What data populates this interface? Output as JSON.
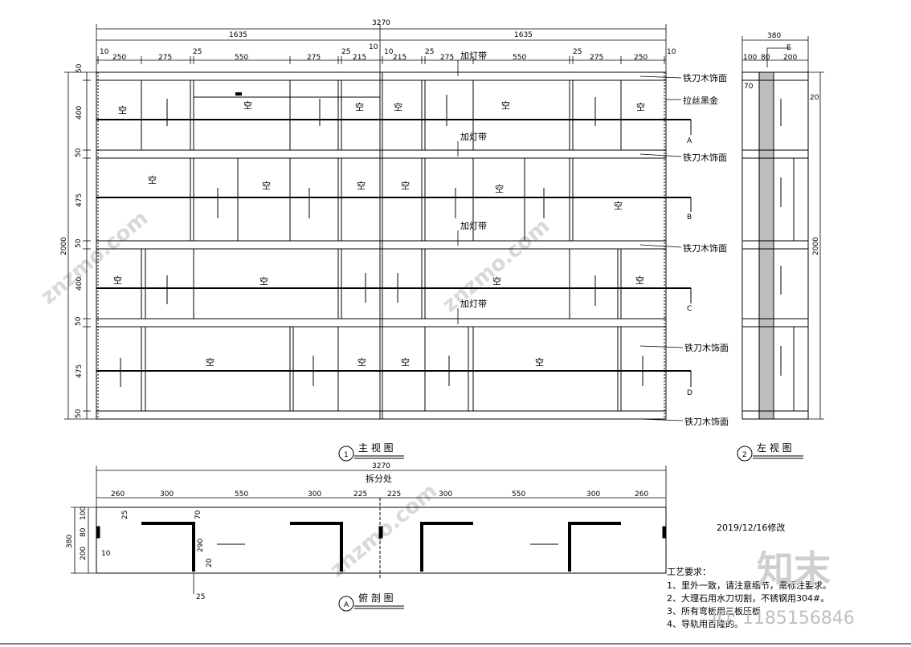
{
  "main_view": {
    "title": "主 视 图",
    "number": "1",
    "overall_width": "3270",
    "halves": [
      "1635",
      "1635"
    ],
    "center_gap": "10",
    "top_dims": [
      "10",
      "250",
      "275",
      "25",
      "550",
      "275",
      "25",
      "215",
      "10",
      "215",
      "25",
      "275",
      "550",
      "25",
      "275",
      "250",
      "10"
    ],
    "left_dims": [
      "50",
      "400",
      "50",
      "475",
      "50",
      "400",
      "50",
      "475",
      "50"
    ],
    "overall_height": "2000",
    "void_label": "空",
    "light_strip": "加灯带",
    "trim_label": "铁刀木饰面",
    "black_gold_label": "拉丝黑金",
    "section_marks": [
      "A",
      "B",
      "C",
      "D"
    ]
  },
  "side_view": {
    "title": "左 视 图",
    "number": "2",
    "depth": "380",
    "depth_parts": [
      "100",
      "80",
      "200"
    ],
    "marker": "E",
    "dims": [
      "70",
      "20"
    ],
    "height": "2000"
  },
  "plan_view": {
    "title": "俯 剖 图",
    "marker": "A",
    "overall_width": "3270",
    "split_label": "拆分处",
    "top_dims": [
      "260",
      "300",
      "550",
      "300",
      "225",
      "225",
      "300",
      "550",
      "300",
      "260"
    ],
    "left_dims": [
      "100",
      "80",
      "200"
    ],
    "overall_depth": "380",
    "small_dims": [
      "25",
      "70",
      "290",
      "20",
      "10",
      "25"
    ]
  },
  "revision": "2019/12/16修改",
  "notes": {
    "heading": "工艺要求：",
    "items": [
      "1、里外一致，请注意细节，需标注要求。",
      "2、大理石用水刀切割，不锈钢用304#。",
      "3、所有弯板用三板压板",
      "4、导轨用百隆的。"
    ]
  },
  "watermark": {
    "site": "znzmo.com",
    "brand": "知末",
    "id": "ID: 1185156846"
  }
}
